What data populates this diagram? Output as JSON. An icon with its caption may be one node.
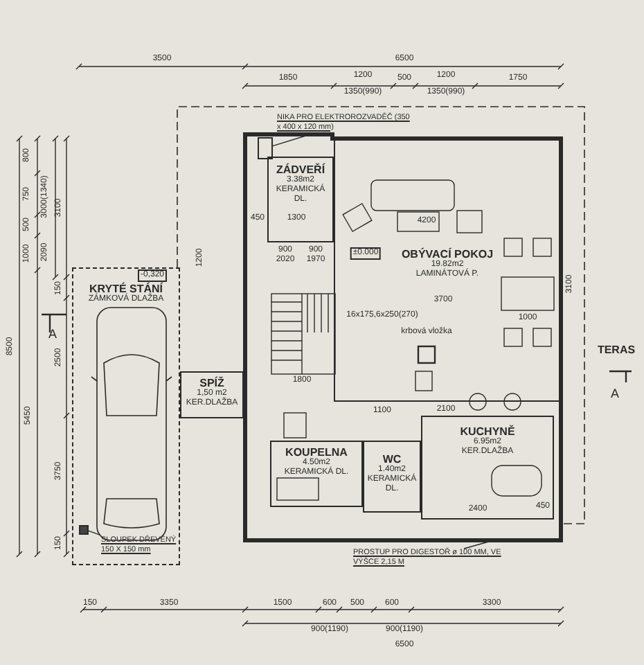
{
  "diagram": {
    "nodes": [
      {
        "text": [
          "ZÁDVEŘÍ",
          "3.38m2",
          "KERAMICKÁ DL."
        ]
      },
      {
        "text": [
          "OBÝVACÍ POKOJ",
          "19.82m2",
          "LAMINÁTOVÁ P."
        ]
      },
      {
        "text": [
          "KRYTÉ STÁNÍ",
          "ZÁMKOVÁ DLAŽBA"
        ]
      },
      {
        "text": [
          "SPÍŽ",
          "1,50 m2",
          "KER.DLAŽBA"
        ]
      },
      {
        "text": [
          "KOUPELNA",
          "4.50m2",
          "KERAMICKÁ DL."
        ]
      },
      {
        "text": [
          "WC",
          "1.40m2",
          "KERAMICKÁ DL."
        ]
      },
      {
        "text": [
          "KUCHYNĚ",
          "6.95m2",
          "KER.DLAŽBA"
        ]
      },
      {
        "text": [
          "TERAS"
        ]
      },
      {
        "text": [
          "NIKA PRO ELEKTROROZVADĚČ (350 x 400 x 120 mm)"
        ]
      },
      {
        "text": [],
        "shape": "box"
      },
      {
        "text": [
          "SLOUPEK DŘEVĚNÝ 150 X 150 mm"
        ],
        "in": 2
      },
      {
        "text": [],
        "shape": "box",
        "in": 2
      },
      {
        "text": [
          "PROSTUP PRO DIGESTOŘ ø 100 MM, VE VÝŠCE 2,15 M"
        ]
      }
    ],
    "edges": [
      {
        "from": 8,
        "to": 9,
        "arrow": "none"
      },
      {
        "from": 10,
        "to": 11,
        "arrow": "none"
      },
      {
        "from": 12,
        "to": null,
        "arrow": "none"
      }
    ],
    "labels": [
      "3500",
      "6500",
      "1850",
      "1200",
      "1350(990)",
      "500",
      "1200",
      "1350(990)",
      "1750",
      "800",
      "750",
      "3000(1340)",
      "500",
      "1000",
      "2090",
      "3100",
      "8500",
      "1200",
      "-0,320",
      "150",
      "A",
      "2500",
      "5450",
      "3750",
      "150",
      "450",
      "1300",
      "900",
      "2020",
      "900",
      "1970",
      "4200",
      "±0.000",
      "3700",
      "1000",
      "3100",
      "16x175,6x250(270)",
      "1800",
      "krbová vložka",
      "1100",
      "2100",
      "2400",
      "450",
      "A",
      "150",
      "3350",
      "1500",
      "600",
      "500",
      "600",
      "3300",
      "900(1190)",
      "900(1190)",
      "6500"
    ]
  }
}
